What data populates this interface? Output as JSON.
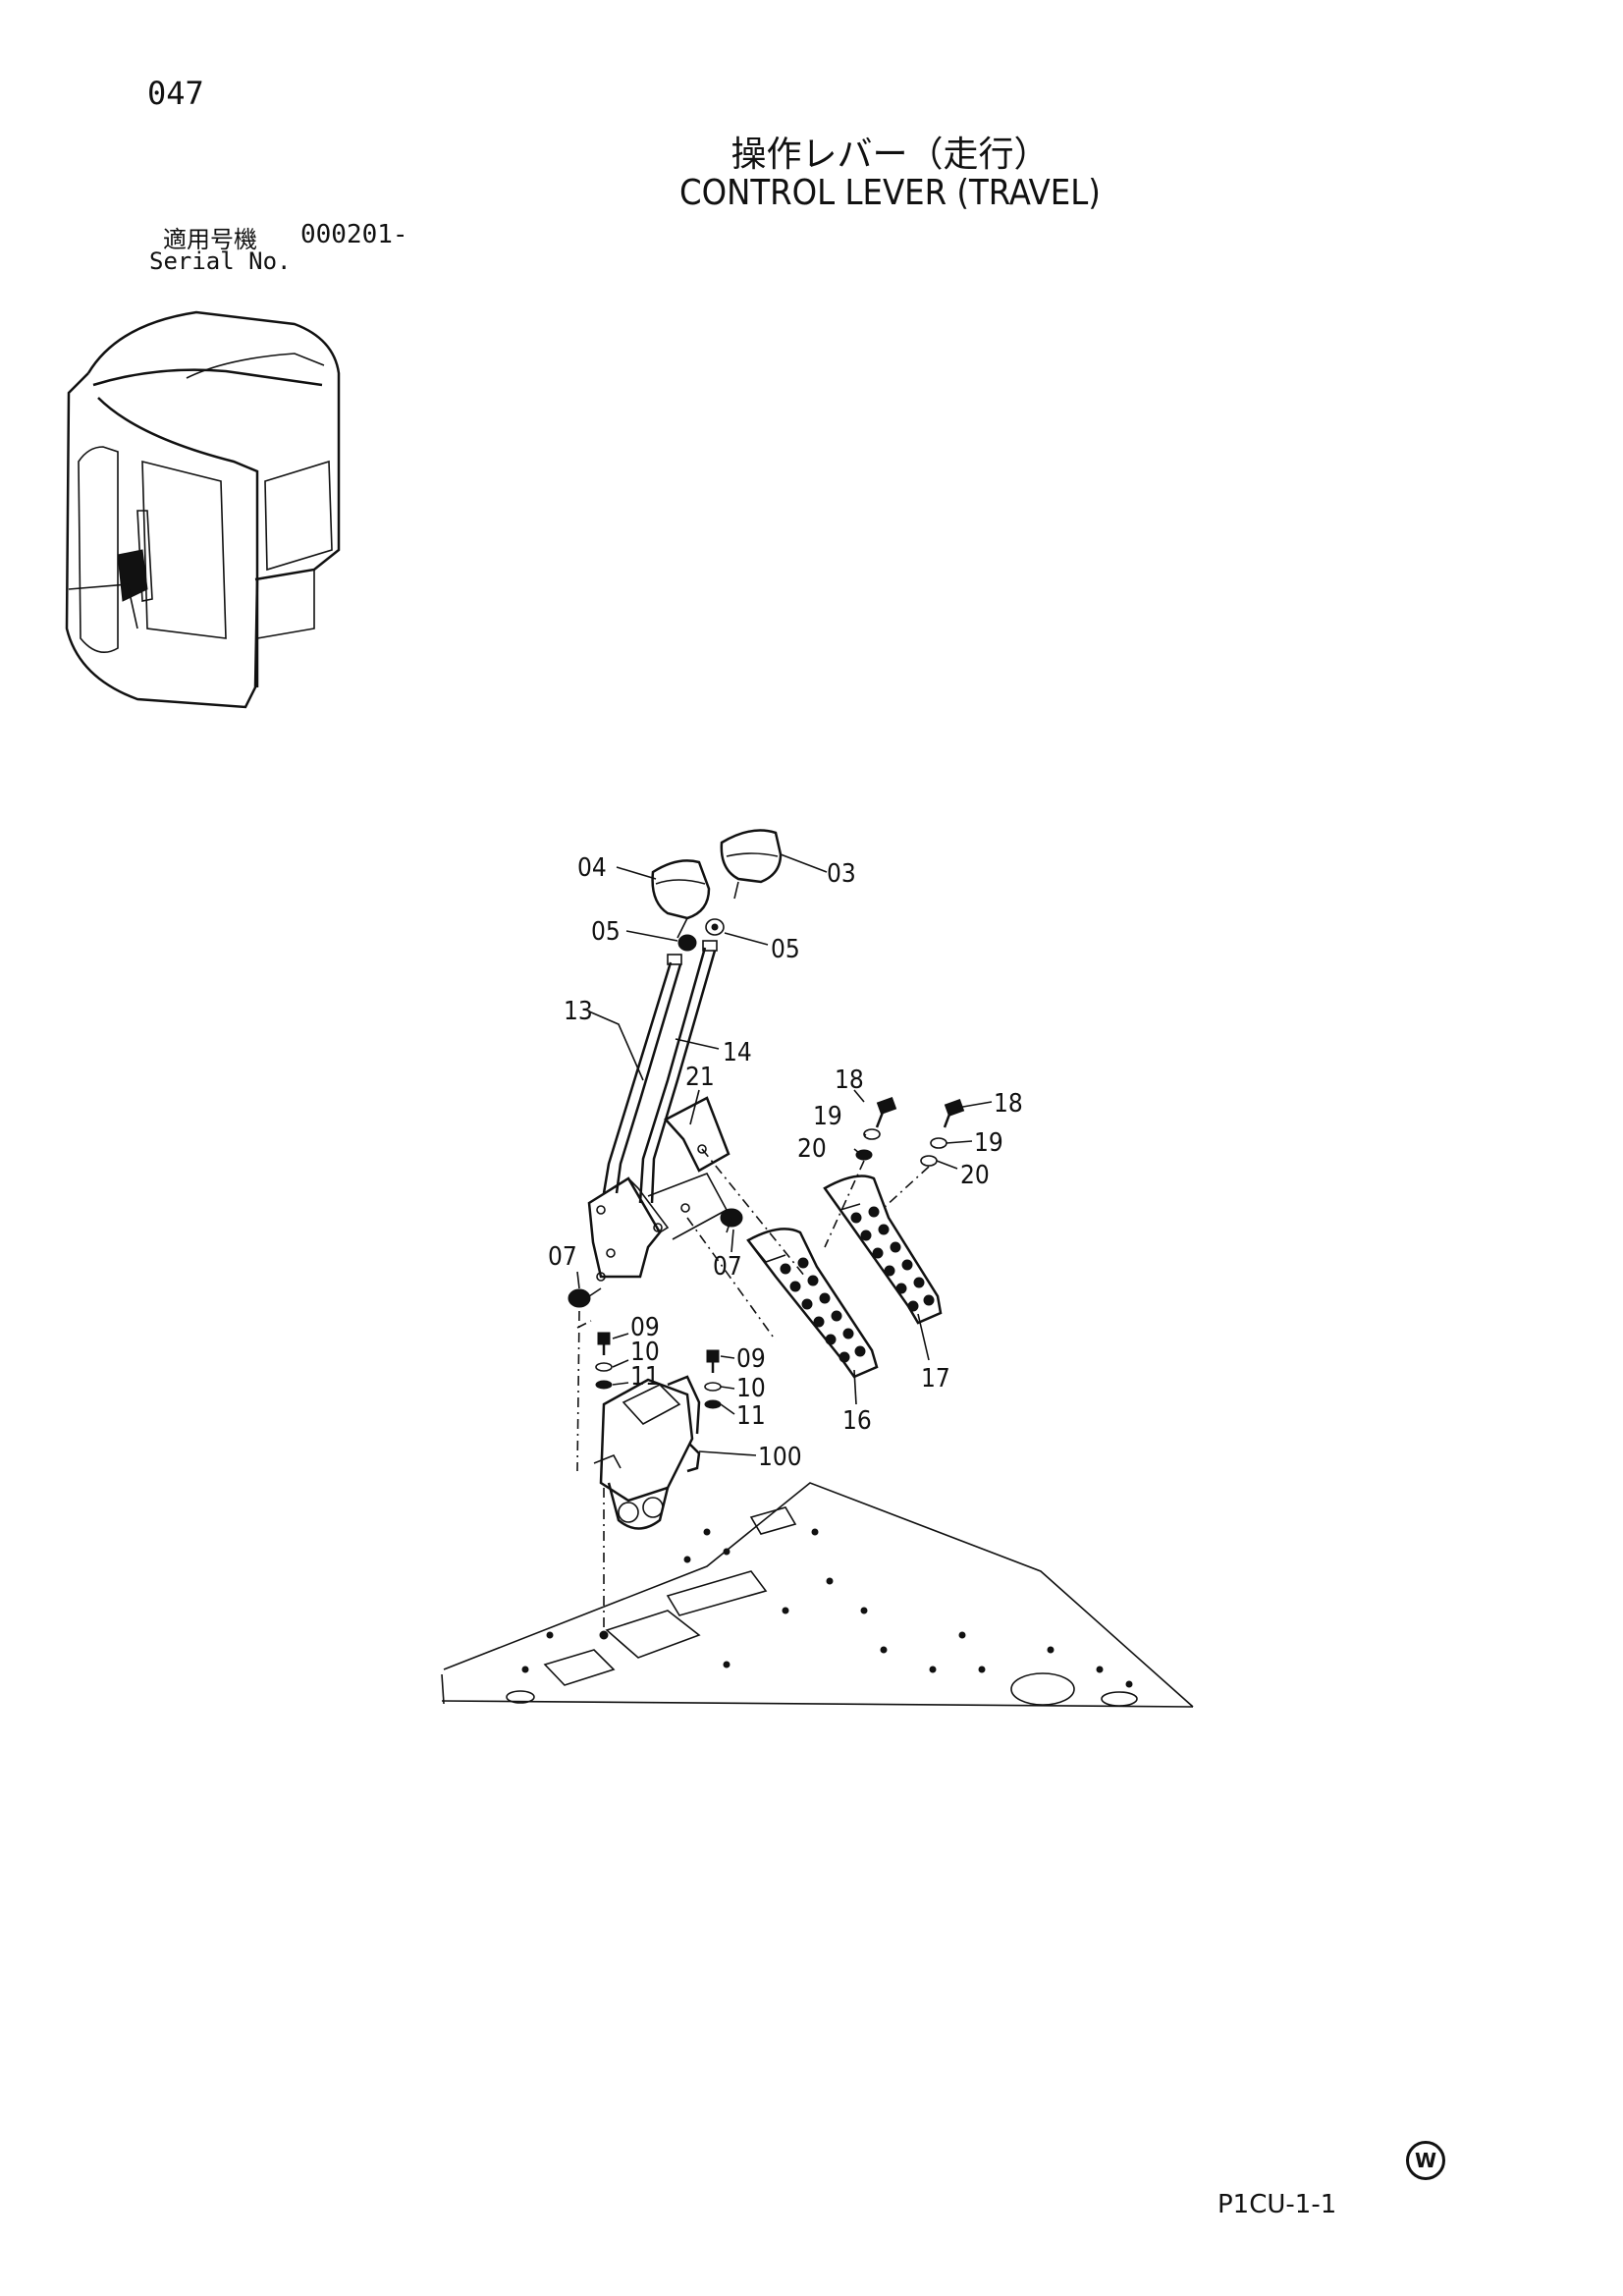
{
  "page": {
    "number": "047",
    "title_jp": "操作レバー（走行）",
    "title_en": "CONTROL LEVER (TRAVEL)",
    "serial_label_jp": "適用号機",
    "serial_value": "000201-",
    "serial_label_en": "Serial No.",
    "page_code": "P1CU-1-1",
    "watermark_symbol": "W"
  },
  "callouts": {
    "c04": "04",
    "c03": "03",
    "c05a": "05",
    "c05b": "05",
    "c13": "13",
    "c14": "14",
    "c21": "21",
    "c18a": "18",
    "c18b": "18",
    "c19a": "19",
    "c19b": "19",
    "c20a": "20",
    "c20b": "20",
    "c07a": "07",
    "c07b": "07",
    "c09a": "09",
    "c09b": "09",
    "c10a": "10",
    "c10b": "10",
    "c11a": "11",
    "c11b": "11",
    "c100": "100",
    "c16": "16",
    "c17": "17"
  }
}
